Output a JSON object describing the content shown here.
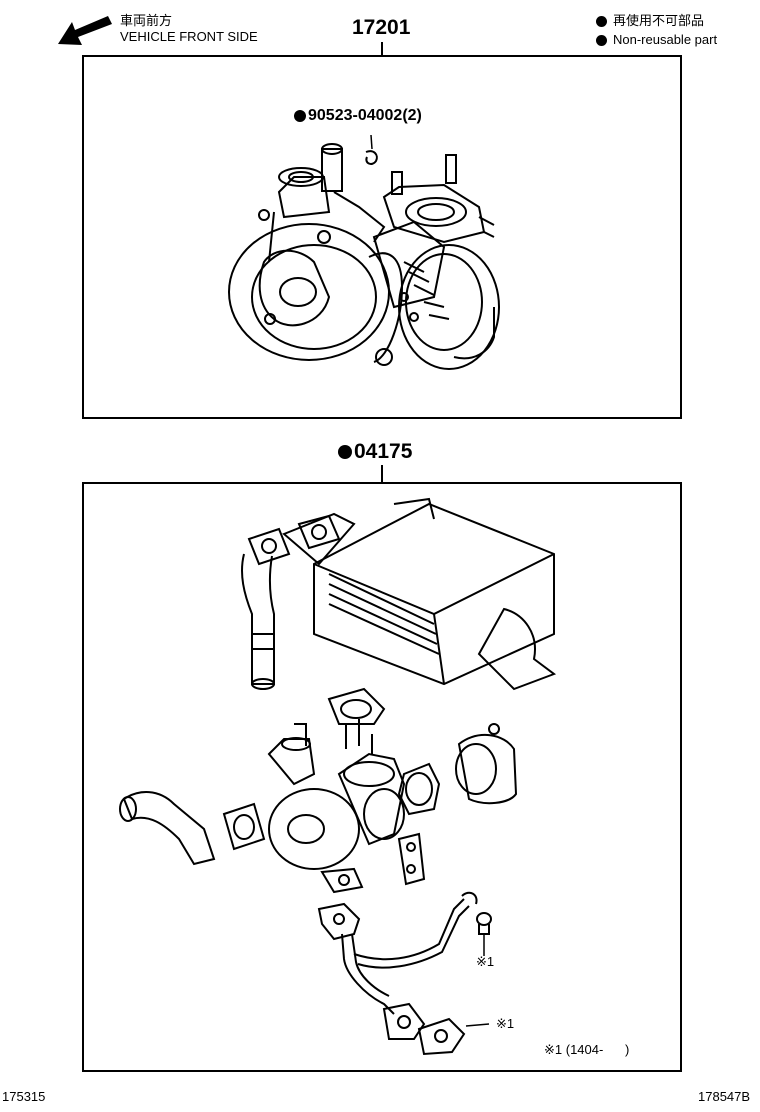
{
  "header": {
    "direction_jp": "車両前方",
    "direction_en": "VEHICLE FRONT SIDE",
    "legend_jp": "再使用不可部品",
    "legend_en": "Non-reusable part"
  },
  "top_group": {
    "part_number": "17201",
    "callout_part": "90523-04002(2)"
  },
  "bottom_group": {
    "part_number": "04175",
    "note_marker_1": "※1",
    "note_marker_2": "※1",
    "note_text": "※1 (1404-      )"
  },
  "footer": {
    "left_code": "175315",
    "right_code": "178547B"
  }
}
